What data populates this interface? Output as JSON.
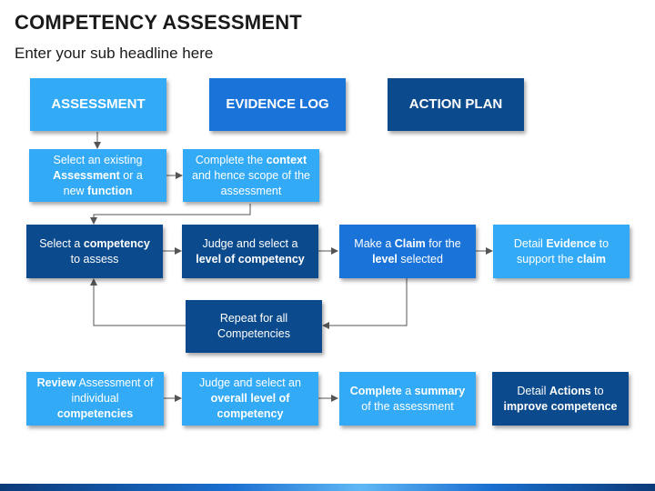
{
  "title": "COMPETENCY ASSESSMENT",
  "subtitle": "Enter your sub headline here",
  "headers": {
    "assessment": "ASSESSMENT",
    "evidence_log": "EVIDENCE LOG",
    "action_plan": "ACTION PLAN"
  },
  "boxes": {
    "select_assessment": [
      "Select an existing",
      "Assessment",
      " or a",
      "new ",
      "function"
    ],
    "complete_context": [
      "Complete the ",
      "context",
      " and hence scope of the assessment"
    ],
    "select_competency": [
      "Select a ",
      "competency",
      " to assess"
    ],
    "judge_level": [
      "Judge and select a",
      "level of competency"
    ],
    "make_claim": [
      "Make a ",
      "Claim",
      " for the ",
      "level",
      " selected"
    ],
    "detail_evidence": [
      "Detail ",
      "Evidence",
      " to support the ",
      "claim"
    ],
    "repeat": [
      "Repeat for all",
      "Competencies"
    ],
    "review": [
      "Review",
      " Assessment of individual ",
      "competencies"
    ],
    "judge_overall": [
      "Judge and select an ",
      "overall level of competency"
    ],
    "complete_summary": [
      "Complete",
      " a ",
      "summary",
      " of the assessment"
    ],
    "detail_actions": [
      "Detail ",
      "Actions",
      " to ",
      "improve competence"
    ]
  },
  "colors": {
    "light": "#33aaf5",
    "mid": "#1a73d9",
    "dark": "#0b4a8c",
    "connector": "#555555"
  }
}
